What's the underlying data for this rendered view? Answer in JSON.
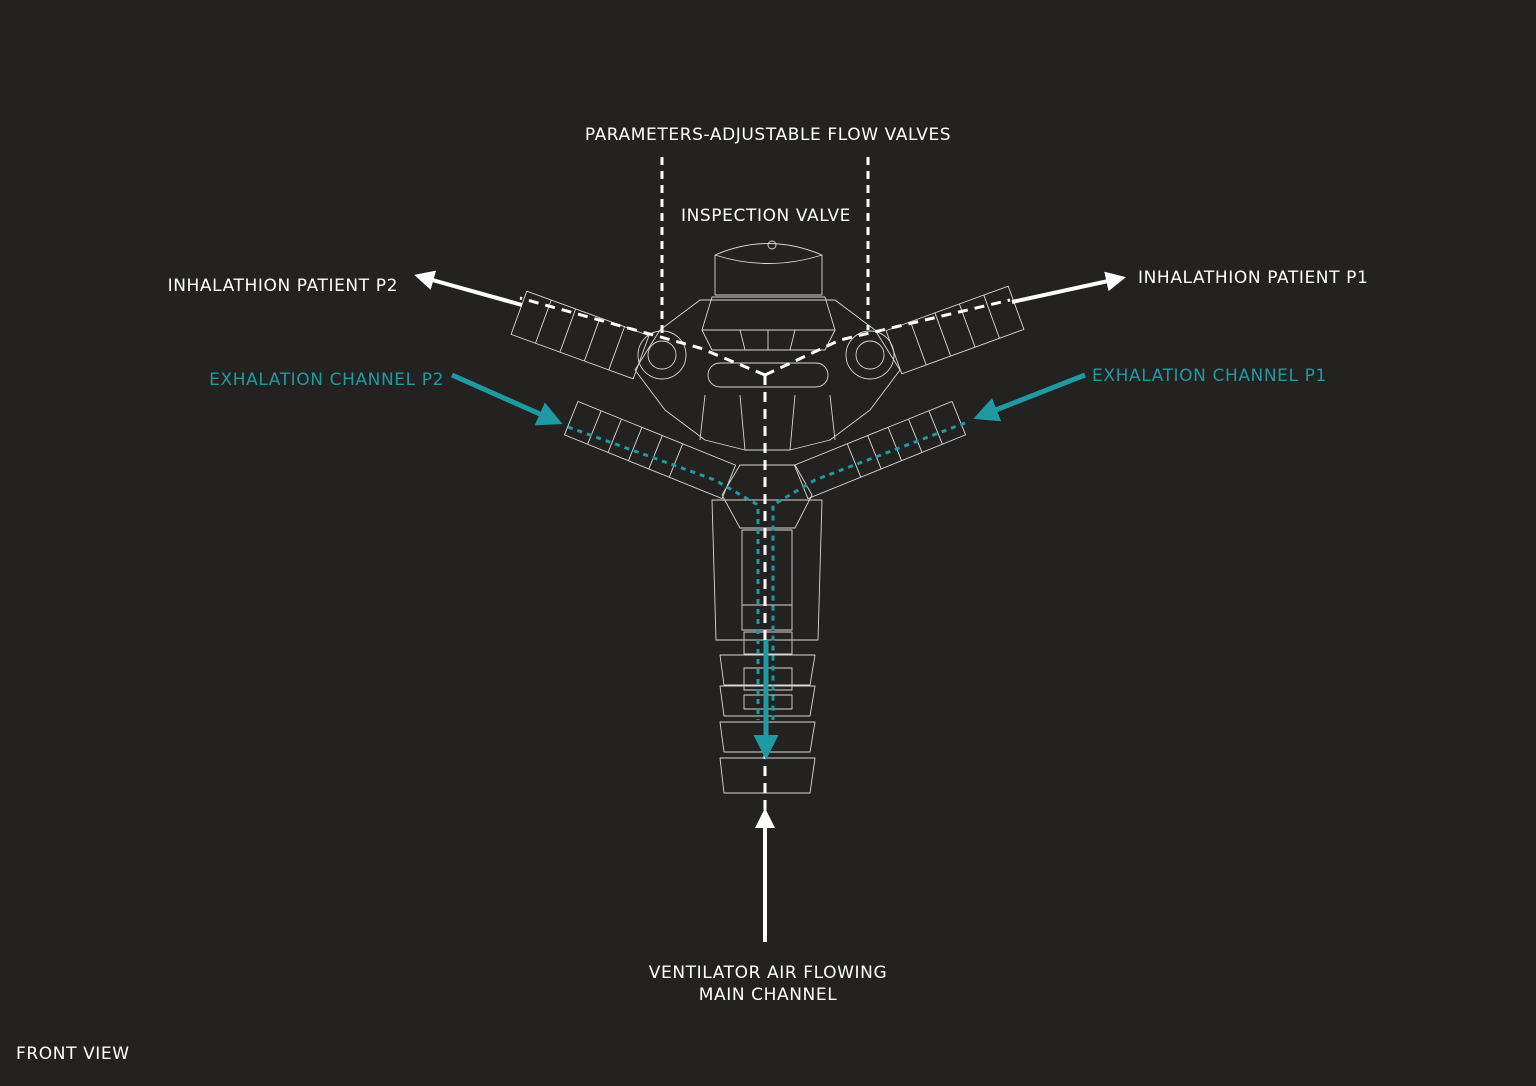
{
  "colors": {
    "background": "#232221",
    "inhalation": "#ffffff",
    "exhalation": "#1f9aa3",
    "outline": "#d8d8d8"
  },
  "labels": {
    "flow_valves": "PARAMETERS-ADJUSTABLE FLOW VALVES",
    "inspection_valve": "INSPECTION VALVE",
    "inhalation_p2": "INHALATHION PATIENT  P2",
    "inhalation_p1": "INHALATHION PATIENT  P1",
    "exhalation_p2": "EXHALATION CHANNEL P2",
    "exhalation_p1": "EXHALATION CHANNEL P1",
    "main_channel_line1": "VENTILATOR AIR FLOWING",
    "main_channel_line2": "MAIN CHANNEL",
    "view": "FRONT VIEW"
  }
}
